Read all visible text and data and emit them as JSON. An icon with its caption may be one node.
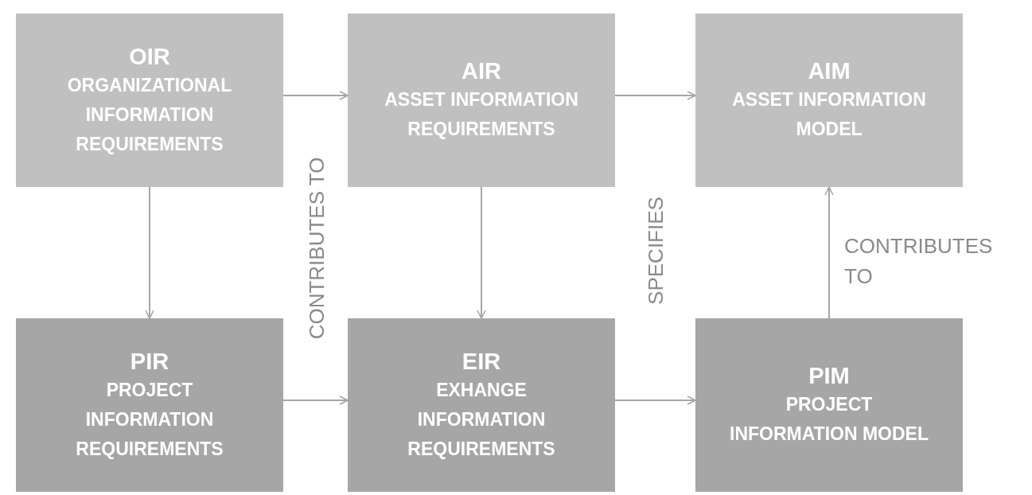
{
  "diagram": {
    "nodes": [
      {
        "text": [
          "OIR",
          "ORGANIZATIONAL INFORMATION REQUIREMENTS"
        ]
      },
      {
        "text": [
          "AIR",
          "ASSET INFORMATION REQUIREMENTS"
        ]
      },
      {
        "text": [
          "AIM",
          "ASSET INFORMATION MODEL"
        ]
      },
      {
        "text": [
          "PIR",
          "PROJECT INFORMATION REQUIREMENTS"
        ]
      },
      {
        "text": [
          "EIR",
          "EXHANGE INFORMATION REQUIREMENTS"
        ]
      },
      {
        "text": [
          "PIM",
          "PROJECT INFORMATION MODEL"
        ]
      }
    ],
    "edges": [
      {
        "from": 0,
        "to": 1,
        "arrow": "to"
      },
      {
        "from": 1,
        "to": 2,
        "arrow": "to"
      },
      {
        "from": 0,
        "to": 3,
        "arrow": "to"
      },
      {
        "from": 1,
        "to": 4,
        "arrow": "to"
      },
      {
        "from": 3,
        "to": 4,
        "arrow": "to"
      },
      {
        "from": 4,
        "to": 5,
        "arrow": "to"
      },
      {
        "from": 5,
        "to": 2,
        "arrow": "to",
        "label": "CONTRIBUTES TO"
      }
    ],
    "labels": [
      "CONTRIBUTES TO",
      "SPECIFIES"
    ]
  }
}
